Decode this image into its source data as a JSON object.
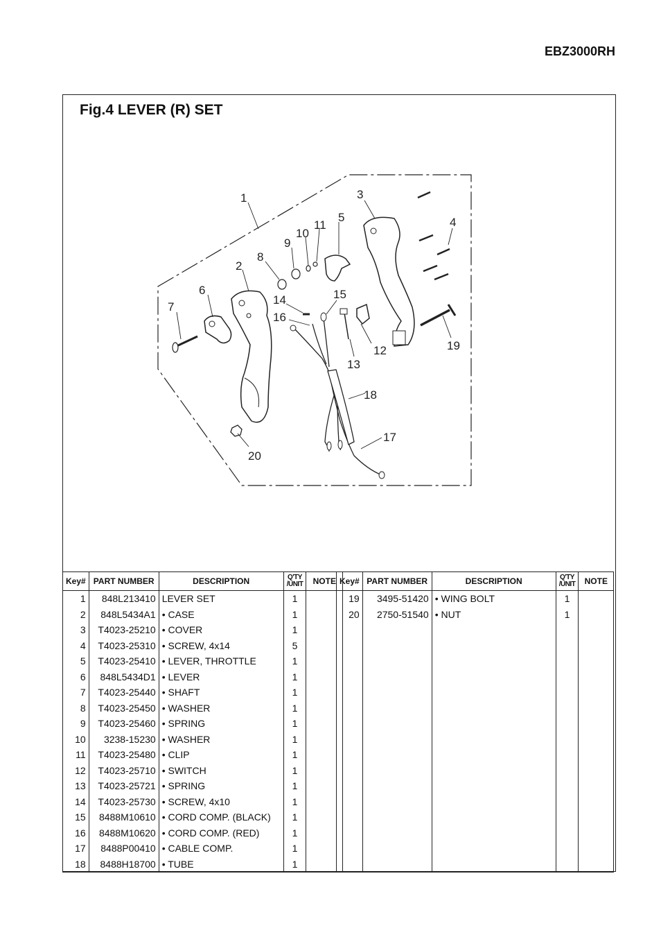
{
  "header": {
    "model": "EBZ3000RH"
  },
  "figure": {
    "title": "Fig.4 LEVER (R) SET",
    "callouts": [
      "1",
      "2",
      "3",
      "4",
      "5",
      "6",
      "7",
      "8",
      "9",
      "10",
      "11",
      "12",
      "13",
      "14",
      "15",
      "16",
      "17",
      "18",
      "19",
      "20"
    ]
  },
  "table": {
    "headers": {
      "key": "Key#",
      "part_number": "PART NUMBER",
      "description": "DESCRIPTION",
      "qty": "Q'TY /UNIT",
      "note": "NOTE"
    },
    "rows": [
      {
        "key": "1",
        "part_number": "848L213410",
        "description": "LEVER SET",
        "qty": "1",
        "note": ""
      },
      {
        "key": "2",
        "part_number": "848L5434A1",
        "description": "• CASE",
        "qty": "1",
        "note": ""
      },
      {
        "key": "3",
        "part_number": "T4023-25210",
        "description": "• COVER",
        "qty": "1",
        "note": ""
      },
      {
        "key": "4",
        "part_number": "T4023-25310",
        "description": "• SCREW, 4x14",
        "qty": "5",
        "note": ""
      },
      {
        "key": "5",
        "part_number": "T4023-25410",
        "description": "• LEVER, THROTTLE",
        "qty": "1",
        "note": ""
      },
      {
        "key": "6",
        "part_number": "848L5434D1",
        "description": "• LEVER",
        "qty": "1",
        "note": ""
      },
      {
        "key": "7",
        "part_number": "T4023-25440",
        "description": "• SHAFT",
        "qty": "1",
        "note": ""
      },
      {
        "key": "8",
        "part_number": "T4023-25450",
        "description": "• WASHER",
        "qty": "1",
        "note": ""
      },
      {
        "key": "9",
        "part_number": "T4023-25460",
        "description": "• SPRING",
        "qty": "1",
        "note": ""
      },
      {
        "key": "10",
        "part_number": "3238-15230",
        "description": "• WASHER",
        "qty": "1",
        "note": ""
      },
      {
        "key": "11",
        "part_number": "T4023-25480",
        "description": "• CLIP",
        "qty": "1",
        "note": ""
      },
      {
        "key": "12",
        "part_number": "T4023-25710",
        "description": "• SWITCH",
        "qty": "1",
        "note": ""
      },
      {
        "key": "13",
        "part_number": "T4023-25721",
        "description": "• SPRING",
        "qty": "1",
        "note": ""
      },
      {
        "key": "14",
        "part_number": "T4023-25730",
        "description": "• SCREW, 4x10",
        "qty": "1",
        "note": ""
      },
      {
        "key": "15",
        "part_number": "8488M10610",
        "description": "• CORD COMP. (BLACK)",
        "qty": "1",
        "note": ""
      },
      {
        "key": "16",
        "part_number": "8488M10620",
        "description": "• CORD COMP. (RED)",
        "qty": "1",
        "note": ""
      },
      {
        "key": "17",
        "part_number": "8488P00410",
        "description": "• CABLE COMP.",
        "qty": "1",
        "note": ""
      },
      {
        "key": "18",
        "part_number": "8488H18700",
        "description": "• TUBE",
        "qty": "1",
        "note": ""
      },
      {
        "key": "19",
        "part_number": "3495-51420",
        "description": "• WING BOLT",
        "qty": "1",
        "note": ""
      },
      {
        "key": "20",
        "part_number": "2750-51540",
        "description": "• NUT",
        "qty": "1",
        "note": ""
      }
    ]
  }
}
